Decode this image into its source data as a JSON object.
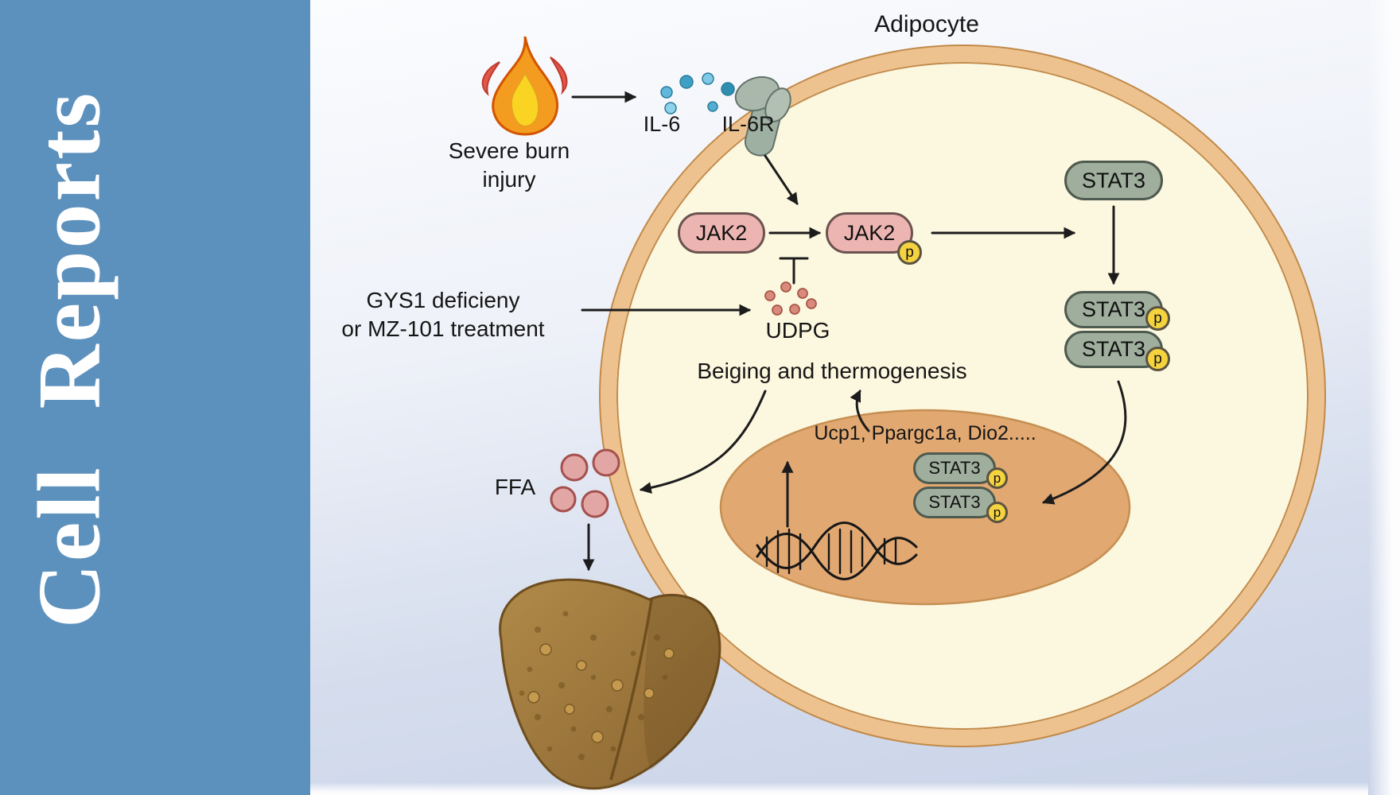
{
  "journal": {
    "title": "Cell Reports"
  },
  "diagram": {
    "cell_label": "Adipocyte",
    "burn_label": "Severe burn\ninjury",
    "il6_label": "IL-6",
    "il6r_label": "IL-6R",
    "jak2_label": "JAK2",
    "phospho_label": "p",
    "stat3_label": "STAT3",
    "gys1_label": "GYS1 deficieny\nor MZ-101 treatment",
    "udpg_label": "UDPG",
    "beiging_label": "Beiging and thermogenesis",
    "genes_label": "Ucp1, Ppargc1a, Dio2.....",
    "ffa_label": "FFA"
  },
  "colors": {
    "sidebar_blue": "#5d91bd",
    "membrane": "#eec28e",
    "cytoplasm": "#fcf7df",
    "nucleus": "#e1a872",
    "jak2_fill": "#edb5b2",
    "stat3_fill": "#9fae9d",
    "phospho_fill": "#f5d33f",
    "il6_dot": "#55b0d6",
    "udpg_dot": "#d98a7c",
    "ffa_dot": "#e2a6a4",
    "liver_brown": "#9c7a3f"
  }
}
